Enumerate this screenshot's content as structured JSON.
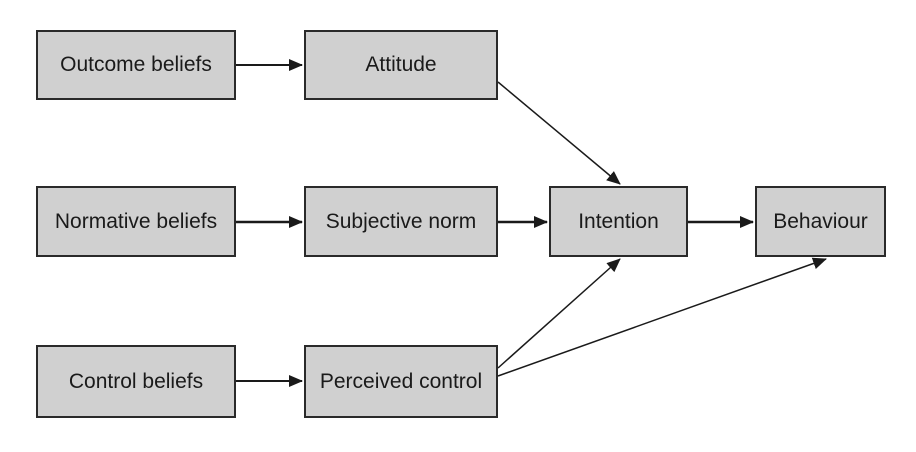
{
  "nodes": {
    "outcome_beliefs": "Outcome beliefs",
    "normative_beliefs": "Normative beliefs",
    "control_beliefs": "Control beliefs",
    "attitude": "Attitude",
    "subjective_norm": "Subjective norm",
    "perceived_control": "Perceived control",
    "intention": "Intention",
    "behaviour": "Behaviour"
  },
  "edges": [
    [
      "outcome_beliefs",
      "attitude"
    ],
    [
      "normative_beliefs",
      "subjective_norm"
    ],
    [
      "control_beliefs",
      "perceived_control"
    ],
    [
      "attitude",
      "intention"
    ],
    [
      "subjective_norm",
      "intention"
    ],
    [
      "perceived_control",
      "intention"
    ],
    [
      "intention",
      "behaviour"
    ],
    [
      "perceived_control",
      "behaviour"
    ]
  ],
  "colors": {
    "box_fill": "#d0d0d0",
    "box_border": "#2a2a2a",
    "arrow": "#1a1a1a"
  }
}
